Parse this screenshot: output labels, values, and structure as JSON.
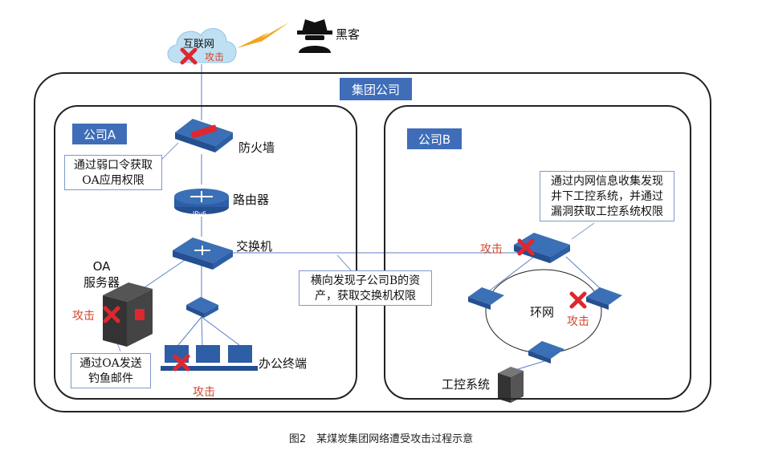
{
  "labels": {
    "internet": "互联网",
    "hacker": "黑客",
    "group": "集团公司",
    "company_a": "公司A",
    "company_b": "公司B",
    "firewall": "防火墙",
    "router": "路由器",
    "ipv6": "IPv6",
    "switch": "交换机",
    "oa_server": "OA\n服务器",
    "office_terminal": "办公终端",
    "ring": "环网",
    "ics": "工控系统"
  },
  "attack_label": "攻击",
  "callouts": {
    "weak_password": "通过弱口令获取\nOA应用权限",
    "phishing": "通过OA发送\n钓鱼邮件",
    "lateral": "横向发现子公司B的资\n产，获取交换机权限",
    "ics_exploit": "通过内网信息收集发现\n井下工控系统，并通过\n漏洞获取工控系统权限"
  },
  "caption": "图2　某煤炭集团网络遭受攻击过程示意",
  "colors": {
    "accent": "#3f6db8",
    "attack": "#d0452a",
    "x_mark": "#e0262f",
    "device": "#3b6fb6",
    "cloud": "#bfe0f3",
    "bolt": "#f2a51c"
  }
}
